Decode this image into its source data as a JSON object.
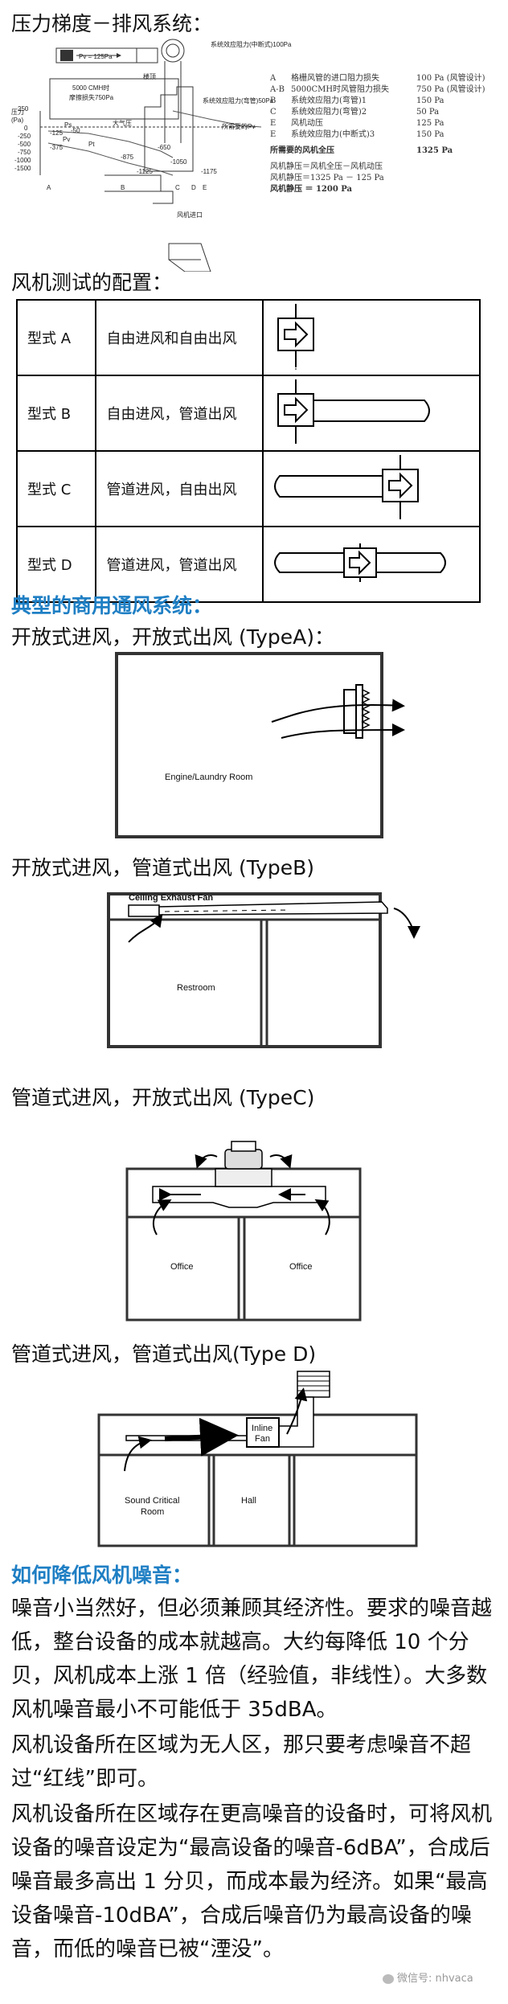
{
  "headings": {
    "pressure_gradient": "压力梯度－排风系统：",
    "fan_test_config": "风机测试的配置：",
    "typical_systems": "典型的商用通风系统：",
    "type_a": "开放式进风，开放式出风 (TypeA)：",
    "type_b": "开放式进风，管道式出风 (TypeB)",
    "type_c": "管道式进风，开放式出风 (TypeC)",
    "type_d": "管道式进风，管道式出风(Type D)",
    "noise": "如何降低风机噪音："
  },
  "pressure_diagram": {
    "pv_label": "Pv = 125Pa",
    "duct_text_1": "5000 CMH时",
    "duct_text_2": "摩擦损失750Pa",
    "ceiling_label": "楼顶",
    "y_axis_title_1": "压力",
    "y_axis_title_2": "(Pa)",
    "y_ticks": [
      "250",
      "0",
      "-250",
      "-500",
      "-750",
      "-1000",
      "-1500"
    ],
    "point_labels": [
      "A",
      "B",
      "C",
      "D",
      "E"
    ],
    "point_values": [
      "-125",
      "-50",
      "-375",
      "-875",
      "-650",
      "-1125",
      "-1175",
      "-1050"
    ],
    "atmosphere_label": "大气压",
    "ps_label": "Ps",
    "pt_label": "Pt",
    "pv_small": "Pv",
    "annot_top": "系统效应阻力(中断式)100Pa",
    "annot_mid": "系统效应阻力(弯管)50Pa",
    "annot_low": "所需要的Pv",
    "fan_inlet": "风机进口",
    "legend": [
      {
        "key": "A",
        "desc": "格栅风管的进口阻力损失",
        "val": "100 Pa (风管设计)"
      },
      {
        "key": "A-B",
        "desc": "5000CMH时风管阻力损失",
        "val": "750 Pa (风管设计)"
      },
      {
        "key": "B",
        "desc": "系统效应阻力(弯管)1",
        "val": "150 Pa"
      },
      {
        "key": "C",
        "desc": "系统效应阻力(弯管)2",
        "val": "50 Pa"
      },
      {
        "key": "E",
        "desc": "风机动压",
        "val": "125 Pa"
      },
      {
        "key": "E",
        "desc": "系统效应阻力(中断式)3",
        "val": "150 Pa"
      }
    ],
    "total_label": "所需要的风机全压",
    "total_value": "1325 Pa",
    "formula_1": "风机静压＝风机全压－风机动压",
    "formula_2": "风机静压＝1325 Pa － 125 Pa",
    "formula_3": "风机静压 ＝ 1200 Pa"
  },
  "config_table": [
    {
      "type": "型式 A",
      "desc": "自由进风和自由出风"
    },
    {
      "type": "型式 B",
      "desc": "自由进风，管道出风"
    },
    {
      "type": "型式 C",
      "desc": "管道进风，自由出风"
    },
    {
      "type": "型式 D",
      "desc": "管道进风，管道出风"
    }
  ],
  "diagram_labels": {
    "engine_room": "Engine/Laundry Room",
    "ceiling_fan": "Ceiling Exhaust Fan",
    "restroom": "Restroom",
    "office_1": "Office",
    "office_2": "Office",
    "inline_fan_1": "Inline",
    "inline_fan_2": "Fan",
    "sound_room_1": "Sound Critical",
    "sound_room_2": "Room",
    "hall": "Hall"
  },
  "noise_paragraphs": [
    "噪音小当然好，但必须兼顾其经济性。要求的噪音越低，整台设备的成本就越高。大约每降低 10 个分贝，风机成本上涨 1 倍（经验值，非线性）。大多数风机噪音最小不可能低于 35dBA。",
    "风机设备所在区域为无人区，那只要考虑噪音不超过“红线”即可。",
    "风机设备所在区域存在更高噪音的设备时，可将风机设备的噪音设定为“最高设备的噪音-6dBA”，合成后噪音最多高出 1 分贝，而成本最为经济。如果“最高设备噪音-10dBA”，合成后噪音仍为最高设备的噪音，而低的噪音已被“湮没”。"
  ],
  "watermark": "微信号: nhvaca"
}
